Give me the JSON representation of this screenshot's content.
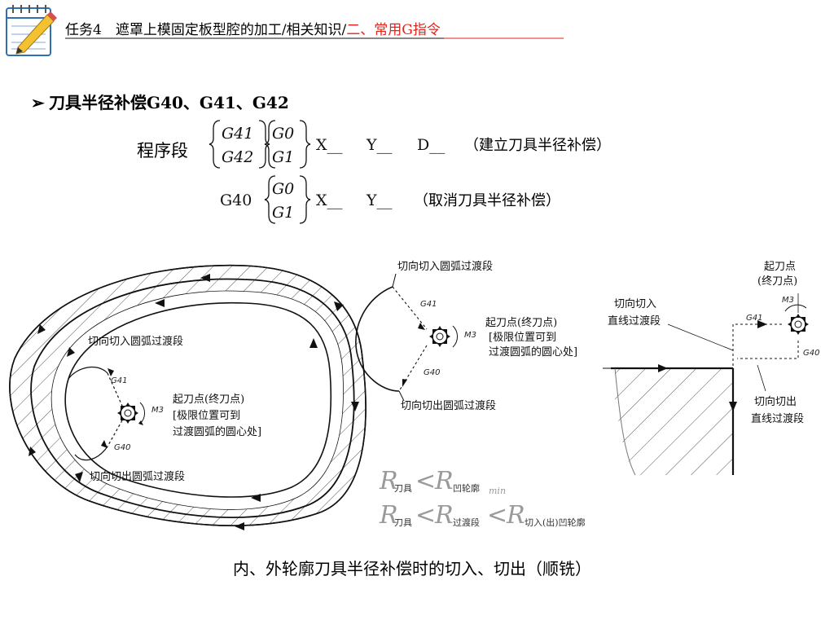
{
  "header": {
    "breadcrumb_main": "任务4　遮罩上模固定板型腔的加工/相关知识/",
    "breadcrumb_link": "二、常用G指令"
  },
  "section": {
    "bullet": "➢",
    "title": "刀具半径补偿G40、G41、G42"
  },
  "formula": {
    "program_label": "程序段",
    "g41": "G41",
    "g42": "G42",
    "g0": "G0",
    "g1": "G1",
    "x_field": "X__",
    "y_field": "Y__",
    "d_field": "D__",
    "establish_note": "（建立刀具半径补偿）",
    "g40": "G40",
    "cancel_note": "（取消刀具半径补偿）"
  },
  "diagram": {
    "inner_arc_in": "切向切入圆弧过渡段",
    "inner_arc_out": "切向切出圆弧过渡段",
    "inner_g41": "G41",
    "inner_g40": "G40",
    "inner_m3": "M3",
    "inner_start_1": "起刀点(终刀点)",
    "inner_start_2": "[极限位置可到",
    "inner_start_3": "过渡圆弧的圆心处]",
    "outer_arc_in": "切向切入圆弧过渡段",
    "outer_arc_out": "切向切出圆弧过渡段",
    "outer_g41": "G41",
    "outer_g40": "G40",
    "outer_m3": "M3",
    "outer_start_1": "起刀点(终刀点)",
    "outer_start_2": "[极限位置可到",
    "outer_start_3": "过渡圆弧的圆心处]",
    "line_in_1": "切向切入",
    "line_in_2": "直线过渡段",
    "line_out_1": "切向切出",
    "line_out_2": "直线过渡段",
    "line_start_1": "起刀点",
    "line_start_2": "(终刀点)",
    "line_g41": "G41",
    "line_g40": "G40",
    "line_m3": "M3"
  },
  "rules": {
    "r": "R",
    "tool_sub": "刀具",
    "lt": "<",
    "concave_sub": "凹轮廓",
    "min_sub": "min",
    "transition_sub": "过渡段",
    "inout_concave_sub": "切入(出)凹轮廓"
  },
  "caption": "内、外轮廓刀具半径补偿时的切入、切出（顺铣）"
}
